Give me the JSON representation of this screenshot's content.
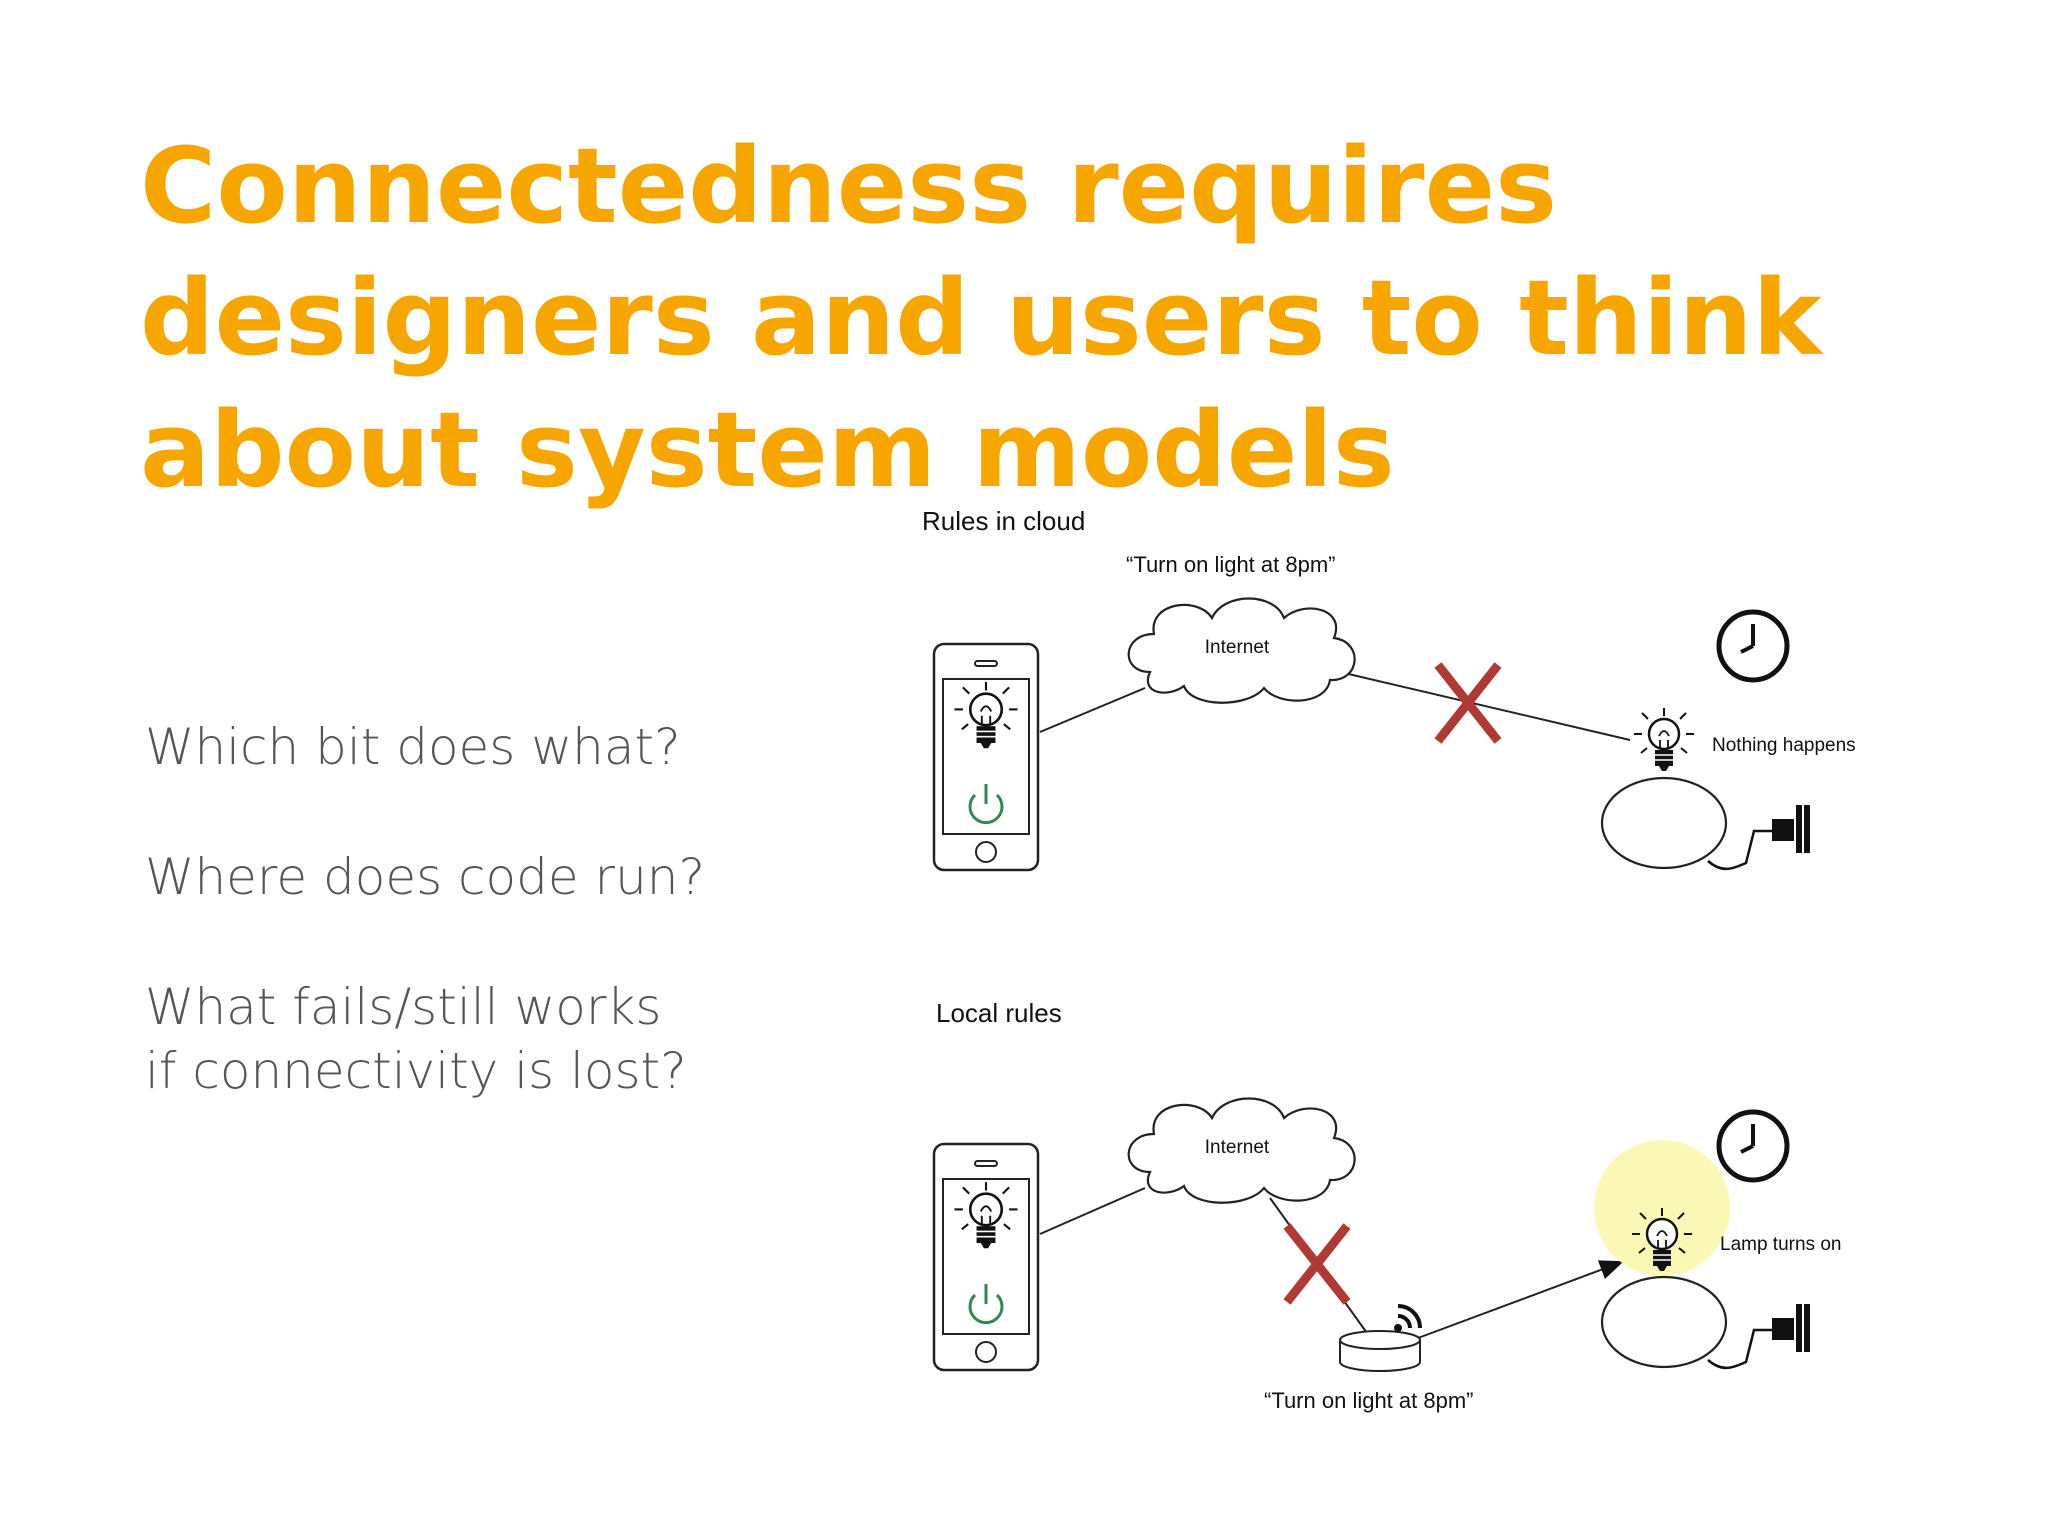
{
  "slide": {
    "title": "Connectedness requires designers and users to think about system models",
    "bullets": [
      "Which bit does what?",
      "Where does code run?",
      "What fails/still works if connectivity is lost?"
    ]
  },
  "diagram": {
    "cloud_rules": {
      "heading": "Rules in cloud",
      "rule_quote": "“Turn on light at 8pm”",
      "cloud_label": "Internet",
      "result": "Nothing happens"
    },
    "local_rules": {
      "heading": "Local rules",
      "rule_quote": "“Turn on light at 8pm”",
      "cloud_label": "Internet",
      "result": "Lamp turns on"
    },
    "colors": {
      "title": "#f7a600",
      "failure_x": "#b03a33",
      "power_icon": "#2e8b4f",
      "lamp_glow": "#fbf7b5"
    }
  }
}
